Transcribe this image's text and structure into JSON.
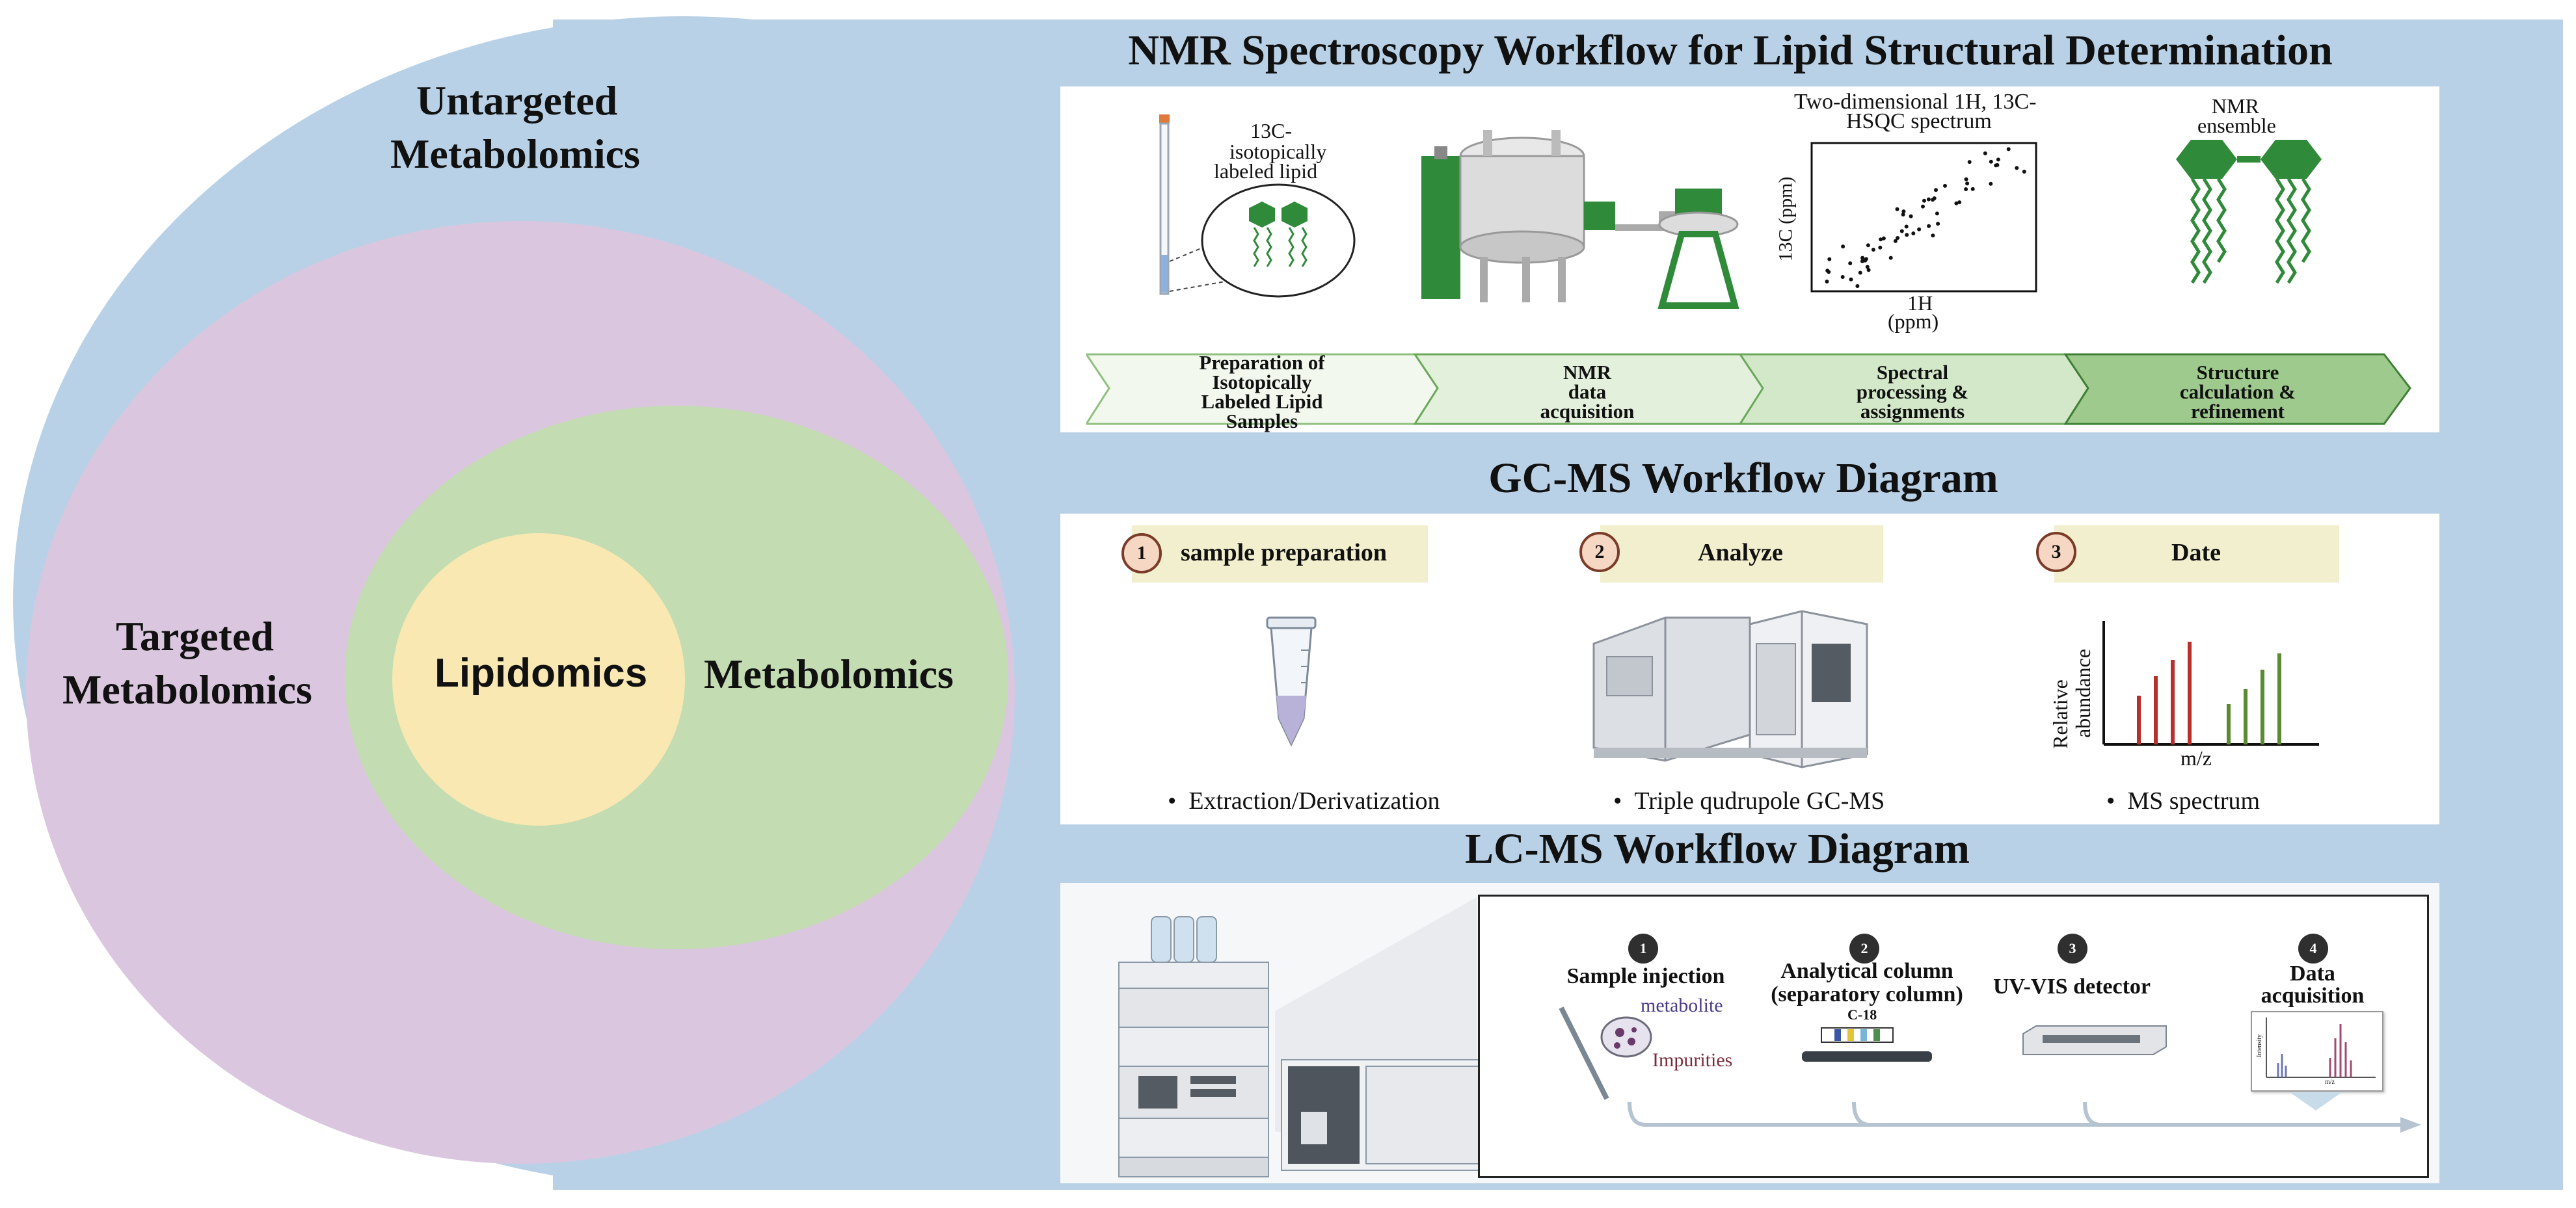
{
  "venn": {
    "outer_label": "Untargeted Metabolomics",
    "outer_label_lines": [
      "Untargeted",
      "Metabolomics"
    ],
    "middle_label_lines": [
      "Targeted",
      "Metabolomics"
    ],
    "inner_label": "Metabolomics",
    "core_label": "Lipidomics",
    "colors": {
      "outer": "#b8cfe4",
      "middle": "#d9c6de",
      "inner": "#c2dbb0",
      "core": "#f9e8b1"
    }
  },
  "nmr": {
    "title": "NMR Spectroscopy Workflow for Lipid Structural Determination",
    "sample_label_lines": [
      "13C-",
      "isotopically",
      "labeled lipid"
    ],
    "spectrum_title_lines": [
      "Two-dimensional 1H, 13C-",
      "HSQC spectrum"
    ],
    "y_axis": "13C (ppm)",
    "x_axis_lines": [
      "1H",
      "(ppm)"
    ],
    "ensemble_label_lines": [
      "NMR",
      "ensemble"
    ],
    "steps": [
      {
        "lines": [
          "Preparation of",
          "Isotopically",
          "Labeled Lipid",
          "Samples"
        ]
      },
      {
        "lines": [
          "NMR",
          "data",
          "acquisition"
        ]
      },
      {
        "lines": [
          "Spectral",
          "processing &",
          "assignments"
        ]
      },
      {
        "lines": [
          "Structure",
          "calculation &",
          "refinement"
        ]
      }
    ],
    "colors": {
      "step1": "#f2f8ee",
      "step2": "#e3f1dc",
      "step3": "#d3e8c9",
      "step4": "#9fca8e",
      "molecule": "#2f8a3a"
    }
  },
  "gcms": {
    "title": "GC-MS Workflow Diagram",
    "steps": [
      {
        "num": "1",
        "label": "sample preparation",
        "bullet": "Extraction/Derivatization"
      },
      {
        "num": "2",
        "label": "Analyze",
        "bullet": "Triple qudrupole GC-MS"
      },
      {
        "num": "3",
        "label": "Date",
        "bullet": "MS spectrum"
      }
    ],
    "spectrum_y_lines": [
      "Relative",
      "abundance"
    ],
    "spectrum_x": "m/z",
    "bullet_char": "•"
  },
  "lcms": {
    "title": "LC-MS Workflow Diagram",
    "steps": [
      {
        "num": "1",
        "lines": [
          "Sample injection"
        ]
      },
      {
        "num": "2",
        "lines": [
          "Analytical column",
          "(separatory column)"
        ]
      },
      {
        "num": "3",
        "lines": [
          "UV-VIS detector"
        ]
      },
      {
        "num": "4",
        "lines": [
          "Data",
          "acquisition"
        ]
      }
    ],
    "column_tag": "C-18",
    "metabolite": "metabolite",
    "impurities": "Impurities",
    "mini_chart_y": "Intensity",
    "mini_chart_x": "m/z"
  },
  "background": "#b9d1e6"
}
